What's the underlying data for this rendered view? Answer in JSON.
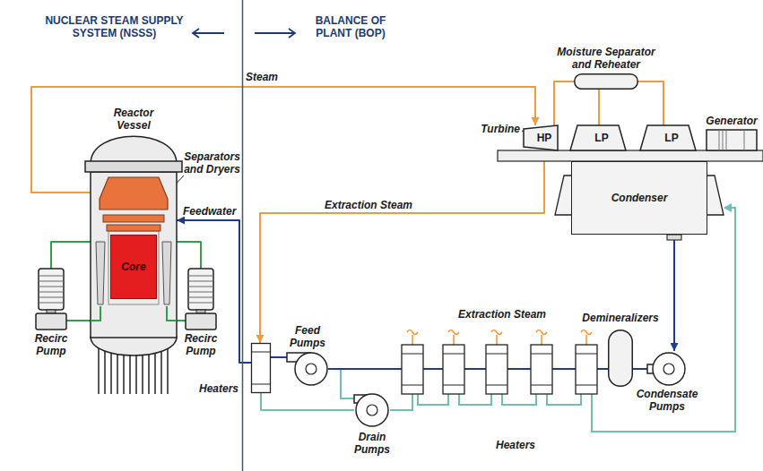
{
  "diagram": {
    "nodes": [
      {
        "text": [
          "Reactor Vessel"
        ]
      },
      {
        "text": [
          "Core"
        ],
        "in": 0
      },
      {
        "text": [
          "Recirc Pump"
        ]
      },
      {
        "text": [
          "Recirc Pump"
        ]
      },
      {
        "text": [
          "Moisture Separator and Reheater"
        ]
      },
      {
        "text": [
          "HP"
        ]
      },
      {
        "text": [
          "LP"
        ]
      },
      {
        "text": [
          "LP"
        ]
      },
      {
        "text": [
          "Generator"
        ]
      },
      {
        "text": [
          "Condenser"
        ]
      },
      {
        "text": [
          "Heaters"
        ]
      },
      {
        "text": [
          "Feed Pumps"
        ]
      },
      {
        "text": [
          "Drain Pumps"
        ]
      },
      {
        "text": [
          "Demineralizers"
        ]
      },
      {
        "text": [
          "Condensate Pumps"
        ]
      }
    ],
    "edges": [
      {
        "from": 0,
        "to": 5,
        "label": "Steam",
        "arrow": "to"
      },
      {
        "from": 5,
        "to": 4,
        "arrow": "none"
      },
      {
        "from": 4,
        "to": 6,
        "arrow": "none"
      },
      {
        "from": 4,
        "to": 7,
        "arrow": "none"
      },
      {
        "from": 5,
        "to": 10,
        "label": "Extraction Steam",
        "arrow": "to"
      },
      {
        "from": 9,
        "to": 14,
        "arrow": "to"
      },
      {
        "from": 14,
        "to": 13,
        "arrow": "none"
      },
      {
        "from": 13,
        "to": 11,
        "arrow": "none"
      },
      {
        "from": 11,
        "to": 10,
        "arrow": "none"
      },
      {
        "from": 10,
        "to": 0,
        "label": "Feedwater",
        "arrow": "to"
      },
      {
        "from": 10,
        "to": 12,
        "arrow": "none"
      },
      {
        "from": 0,
        "to": 2,
        "arrow": "none"
      },
      {
        "from": 0,
        "to": 3,
        "arrow": "none"
      }
    ],
    "labels": [
      "NUCLEAR STEAM SUPPLY SYSTEM (NSSS)",
      "BALANCE OF PLANT (BOP)",
      "Separators and Dryers",
      "Turbine",
      "Extraction Steam",
      "Heaters"
    ]
  }
}
